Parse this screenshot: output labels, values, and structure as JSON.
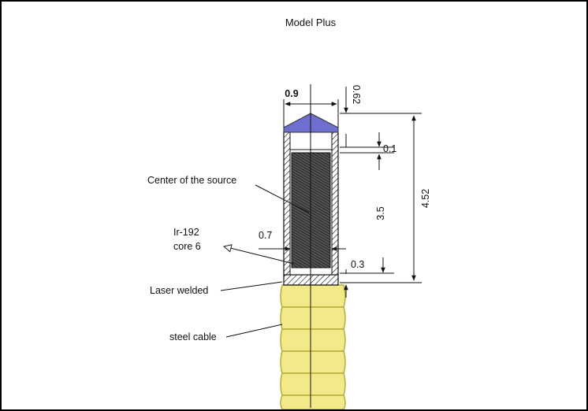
{
  "title": "Model Plus",
  "labels": {
    "center_of_source": "Center of the source",
    "ir192_line1": "Ir-192",
    "ir192_line2": "core 6",
    "laser_welded": "Laser welded",
    "steel_cable": "steel cable"
  },
  "dimensions": {
    "outer_diameter": "0.9",
    "tip_thickness": "0.62",
    "gap_top": "0.1",
    "core_length": "3.5",
    "total_length": "4.52",
    "core_diameter": "0.7",
    "weld_length": "0.3"
  },
  "colors": {
    "tip": "#6f6fcf",
    "cable": "#f2ea8a",
    "cable_stroke": "#b9ad3a",
    "core": "#3c3c3c",
    "lines": "#111111"
  }
}
